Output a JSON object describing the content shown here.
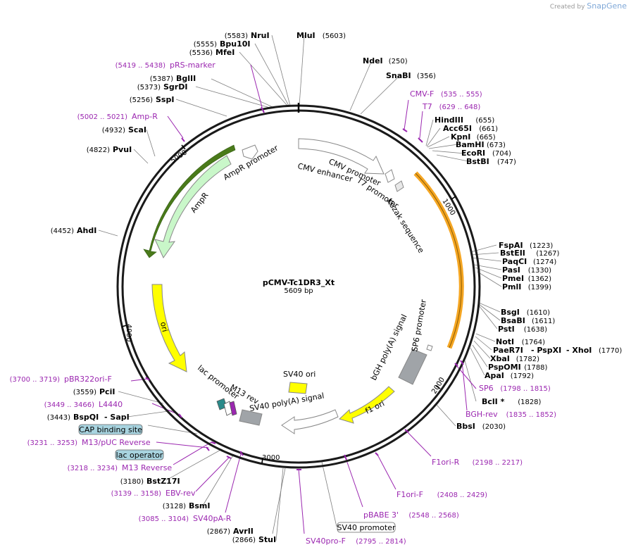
{
  "brand": {
    "created_by": "Created by",
    "name": "SnapGene"
  },
  "plasmid": {
    "name": "pCMV-Tc1DR3_Xt",
    "size_label": "5609 bp",
    "length": 5609
  },
  "colors": {
    "ring": "#1a1a1a",
    "primer": "#9b27b0",
    "ampr": "#c9f7c9",
    "ampr_edge": "#5a8a2a",
    "ori": "#ffff00",
    "orf": "#f5a623",
    "grey_feature": "#a0a4a8",
    "callout_box": "#a8d4e0"
  },
  "ticks": [
    {
      "label": "1000",
      "pos": 1000
    },
    {
      "label": "2000",
      "pos": 2000
    },
    {
      "label": "3000",
      "pos": 3000
    },
    {
      "label": "4000",
      "pos": 4000
    },
    {
      "label": "5000",
      "pos": 5000
    }
  ],
  "sites": [
    {
      "name": "NruI",
      "pos": "(5583)"
    },
    {
      "name": "Bpu10I",
      "pos": "(5555)"
    },
    {
      "name": "MfeI",
      "pos": "(5536)"
    },
    {
      "name": "MluI",
      "pos": "(5603)"
    },
    {
      "name": "NdeI",
      "pos": "(250)"
    },
    {
      "name": "SnaBI",
      "pos": "(356)"
    },
    {
      "name": "BglII",
      "pos": "(5387)"
    },
    {
      "name": "SgrDI",
      "pos": "(5373)"
    },
    {
      "name": "SspI",
      "pos": "(5256)"
    },
    {
      "name": "ScaI",
      "pos": "(4932)"
    },
    {
      "name": "PvuI",
      "pos": "(4822)"
    },
    {
      "name": "AhdI",
      "pos": "(4452)"
    },
    {
      "name": "HindIII",
      "pos": "(655)"
    },
    {
      "name": "Acc65I",
      "pos": "(661)"
    },
    {
      "name": "KpnI",
      "pos": "(665)"
    },
    {
      "name": "BamHI",
      "pos": "(673)"
    },
    {
      "name": "EcoRI",
      "pos": "(704)"
    },
    {
      "name": "BstBI",
      "pos": "(747)"
    },
    {
      "name": "FspAI",
      "pos": "(1223)"
    },
    {
      "name": "BstEII",
      "pos": "(1267)"
    },
    {
      "name": "PaqCI",
      "pos": "(1274)"
    },
    {
      "name": "PasI",
      "pos": "(1330)"
    },
    {
      "name": "PmeI",
      "pos": "(1362)"
    },
    {
      "name": "PmlI",
      "pos": "(1399)"
    },
    {
      "name": "BsgI",
      "pos": "(1610)"
    },
    {
      "name": "BsaBI",
      "pos": "(1611)"
    },
    {
      "name": "PstI",
      "pos": "(1638)"
    },
    {
      "name": "NotI",
      "pos": "(1764)"
    },
    {
      "name": "PaeR7I",
      "extra": "- PspXI",
      "extra2": "- XhoI",
      "pos": "(1770)"
    },
    {
      "name": "XbaI",
      "pos": "(1782)"
    },
    {
      "name": "PspOMI",
      "pos": "(1788)"
    },
    {
      "name": "ApaI",
      "pos": "(1792)"
    },
    {
      "name": "BclI *",
      "pos": "(1828)"
    },
    {
      "name": "BbsI",
      "pos": "(2030)"
    },
    {
      "name": "PciI",
      "pos": "(3559)"
    },
    {
      "name": "BspQI",
      "extra": "- SapI",
      "pos": "(3443)"
    },
    {
      "name": "BstZ17I",
      "pos": "(3180)"
    },
    {
      "name": "BsmI",
      "pos": "(3128)"
    },
    {
      "name": "AvrII",
      "pos": "(2867)"
    },
    {
      "name": "StuI",
      "pos": "(2866)"
    }
  ],
  "primers": [
    {
      "name": "pRS-marker",
      "range": "(5419 .. 5438)"
    },
    {
      "name": "Amp-R",
      "range": "(5002 .. 5021)"
    },
    {
      "name": "CMV-F",
      "range": "(535 .. 555)"
    },
    {
      "name": "T7",
      "range": "(629 .. 648)"
    },
    {
      "name": "SP6",
      "range": "(1798 .. 1815)"
    },
    {
      "name": "BGH-rev",
      "range": "(1835 .. 1852)"
    },
    {
      "name": "F1ori-R",
      "range": "(2198 .. 2217)"
    },
    {
      "name": "F1ori-F",
      "range": "(2408 .. 2429)"
    },
    {
      "name": "pBABE 3'",
      "range": "(2548 .. 2568)"
    },
    {
      "name": "SV40pro-F",
      "range": "(2795 .. 2814)"
    },
    {
      "name": "SV40pA-R",
      "range": "(3085 .. 3104)"
    },
    {
      "name": "EBV-rev",
      "range": "(3139 .. 3158)"
    },
    {
      "name": "M13 Reverse",
      "range": "(3218 .. 3234)"
    },
    {
      "name": "M13/pUC Reverse",
      "range": "(3231 .. 3253)"
    },
    {
      "name": "L4440",
      "range": "(3449 .. 3466)"
    },
    {
      "name": "pBR322ori-F",
      "range": "(3700 .. 3719)"
    }
  ],
  "callouts": {
    "cap": "CAP binding site",
    "lac_operator": "lac operator",
    "sv40_promoter": "SV40 promoter"
  },
  "features": {
    "cmv_enhancer": "CMV enhancer",
    "cmv_promoter": "CMV promoter",
    "t7_promoter": "T7 promoter",
    "kozak": "Kozak sequence",
    "ampr_promoter": "AmpR promoter",
    "ampr": "AmpR",
    "ori": "ori",
    "bgh": "bGH poly(A) signal",
    "sp6": "SP6 promoter",
    "f1ori": "f1 ori",
    "sv40_ori": "SV40 ori",
    "sv40_polya": "SV40 poly(A) signal",
    "lac_promoter": "lac promoter",
    "m13_rev": "M13 rev"
  }
}
